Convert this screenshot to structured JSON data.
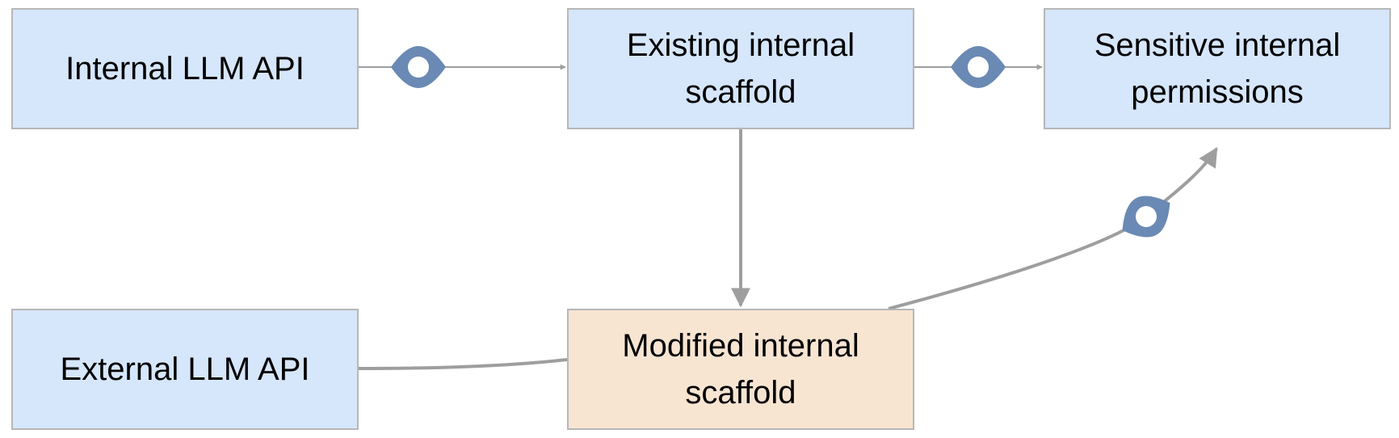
{
  "nodes": {
    "internal_api": {
      "label": "Internal LLM API"
    },
    "existing_scaffold": {
      "label": "Existing internal scaffold"
    },
    "sensitive_permissions": {
      "label": "Sensitive internal permissions"
    },
    "external_api": {
      "label": "External LLM API"
    },
    "modified_scaffold": {
      "label": "Modified internal scaffold"
    }
  },
  "edges": [
    {
      "from": "internal_api",
      "to": "existing_scaffold",
      "marker": "eye-icon",
      "arrow": true
    },
    {
      "from": "existing_scaffold",
      "to": "sensitive_permissions",
      "marker": "eye-icon",
      "arrow": true
    },
    {
      "from": "existing_scaffold",
      "to": "modified_scaffold",
      "marker": "",
      "arrow": true
    },
    {
      "from": "external_api",
      "to": "modified_scaffold",
      "marker": "",
      "arrow": false
    },
    {
      "from": "modified_scaffold",
      "to": "sensitive_permissions",
      "marker": "eye-icon",
      "arrow": true
    }
  ],
  "colors": {
    "box_blue": "#d6e6fb",
    "box_peach": "#f7e5d2",
    "box_border": "#b7b7b7",
    "edge": "#9e9e9e",
    "marker": "#6a89b4"
  }
}
